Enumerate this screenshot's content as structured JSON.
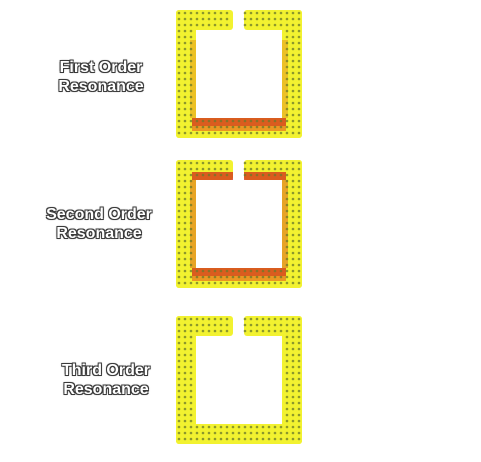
{
  "modes": [
    {
      "label_line1": "First Order",
      "label_line2": "Resonance",
      "field_color": "#f2f230",
      "hotspot_color": "#d22a1a",
      "hotspot_side": "bottom"
    },
    {
      "label_line1": "Second Order",
      "label_line2": "Resonance",
      "field_color": "#f2f230",
      "hotspot_color": "#d22a1a",
      "hotspot_side": "top-and-bottom"
    },
    {
      "label_line1": "Third Order",
      "label_line2": "Resonance",
      "field_color": "#f2f230",
      "hotspot_color": "#d22a1a",
      "hotspot_side": "none"
    }
  ]
}
